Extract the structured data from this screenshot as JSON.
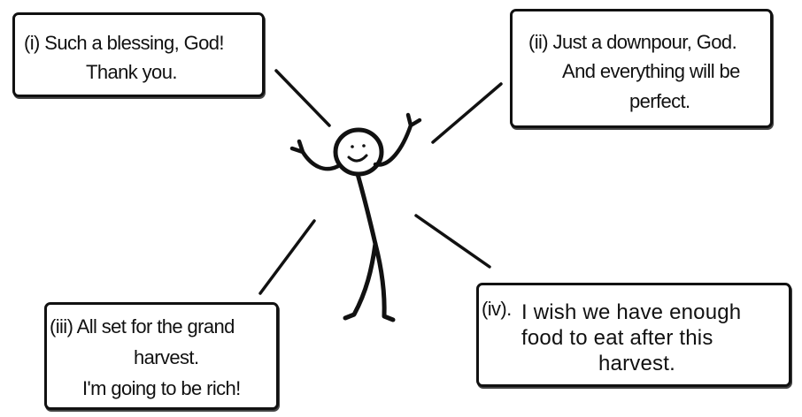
{
  "bubbles": [
    {
      "id": "i",
      "lines": [
        "(i) Such a blessing, God!",
        "Thank you."
      ]
    },
    {
      "id": "ii",
      "lines": [
        "(ii) Just a downpour, God.",
        "And everything will be",
        "perfect."
      ]
    },
    {
      "id": "iii",
      "lines": [
        "(iii) All set for the grand",
        "harvest.",
        "I'm going to be rich!"
      ]
    },
    {
      "id": "iv",
      "lines": [
        "(iv).",
        "I wish we have enough",
        "food to eat after this",
        "harvest."
      ]
    }
  ],
  "colors": {
    "ink": "#111111",
    "background": "#ffffff"
  }
}
